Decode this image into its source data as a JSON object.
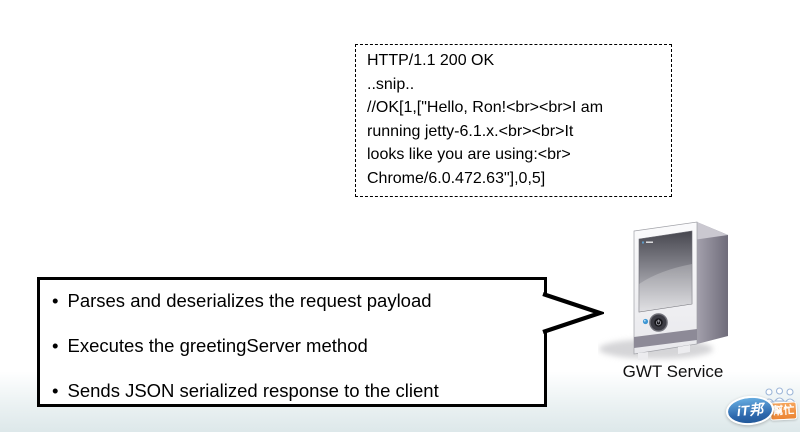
{
  "http_box": {
    "lines": [
      "HTTP/1.1 200 OK",
      "..snip..",
      "//OK[1,[\"Hello, Ron!<br><br>I am",
      "running jetty-6.1.x.<br><br>It",
      "looks like you are using:<br>",
      "Chrome/6.0.472.63\"],0,5]"
    ]
  },
  "callout": {
    "bullet": "•",
    "items": [
      "Parses and deserializes the request payload",
      "Executes the greetingServer method",
      "Sends JSON serialized response to the client"
    ]
  },
  "server": {
    "label": "GWT Service",
    "icon": "server-tower-icon"
  },
  "logo": {
    "icon": "itbang-bangmang-logo",
    "text_primary": "iT邦",
    "text_secondary": "幫忙"
  },
  "colors": {
    "bubble_border": "#000000",
    "logo_blue": "#2c67ac",
    "logo_orange": "#ec8534",
    "server_side_gray": "#787582",
    "background_bottom": "#dde8ea"
  }
}
